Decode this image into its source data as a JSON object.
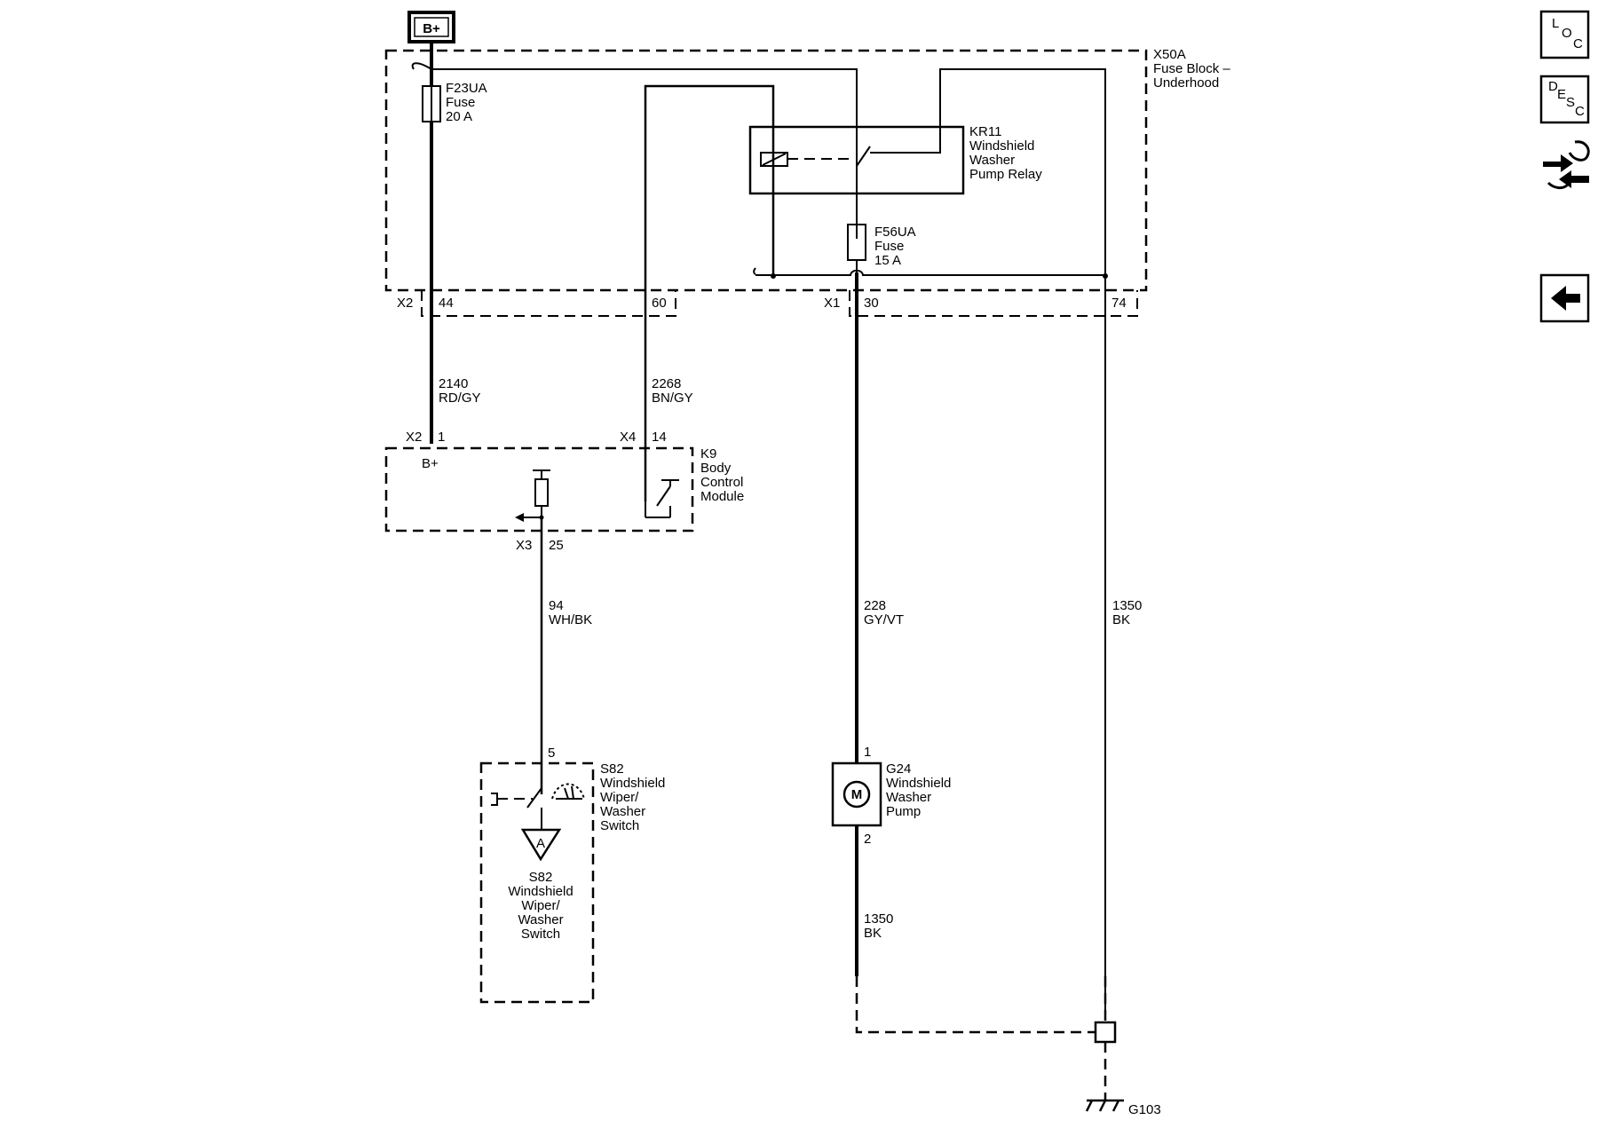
{
  "bplus_box": "B+",
  "x50a": {
    "id": "X50A",
    "name_1": "Fuse Block –",
    "name_2": "Underhood"
  },
  "f23ua": {
    "id": "F23UA",
    "type": "Fuse",
    "rating": "20 A"
  },
  "kr11": {
    "id": "KR11",
    "name_1": "Windshield",
    "name_2": "Washer",
    "name_3": "Pump Relay"
  },
  "f56ua": {
    "id": "F56UA",
    "type": "Fuse",
    "rating": "15 A"
  },
  "connectors": {
    "x2_top": "X2",
    "x2_top_pin": "44",
    "pin_60": "60",
    "x1": "X1",
    "pin_30": "30",
    "pin_74": "74",
    "x2_k9": "X2",
    "x2_k9_pin": "1",
    "x4": "X4",
    "x4_pin": "14",
    "x3": "X3",
    "x3_pin": "25",
    "s82_pin": "5",
    "g24_pin1": "1",
    "g24_pin2": "2"
  },
  "wires": {
    "w2140": {
      "circuit": "2140",
      "color": "RD/GY"
    },
    "w2268": {
      "circuit": "2268",
      "color": "BN/GY"
    },
    "w94": {
      "circuit": "94",
      "color": "WH/BK"
    },
    "w228": {
      "circuit": "228",
      "color": "GY/VT"
    },
    "w1350a": {
      "circuit": "1350",
      "color": "BK"
    },
    "w1350b": {
      "circuit": "1350",
      "color": "BK"
    }
  },
  "k9": {
    "id": "K9",
    "name_1": "Body",
    "name_2": "Control",
    "name_3": "Module",
    "bplus": "B+"
  },
  "s82": {
    "id": "S82",
    "name_1": "Windshield",
    "name_2": "Wiper/",
    "name_3": "Washer",
    "name_4": "Switch",
    "ref_letter": "A"
  },
  "g24": {
    "id": "G24",
    "name_1": "Windshield",
    "name_2": "Washer",
    "name_3": "Pump",
    "motor": "M"
  },
  "ground": {
    "id": "G103"
  },
  "toolbar": {
    "loc": {
      "l1": "L",
      "l2": "O",
      "l3": "C"
    },
    "desc": {
      "l1": "D",
      "l2": "E",
      "l3": "S",
      "l4": "C"
    }
  }
}
